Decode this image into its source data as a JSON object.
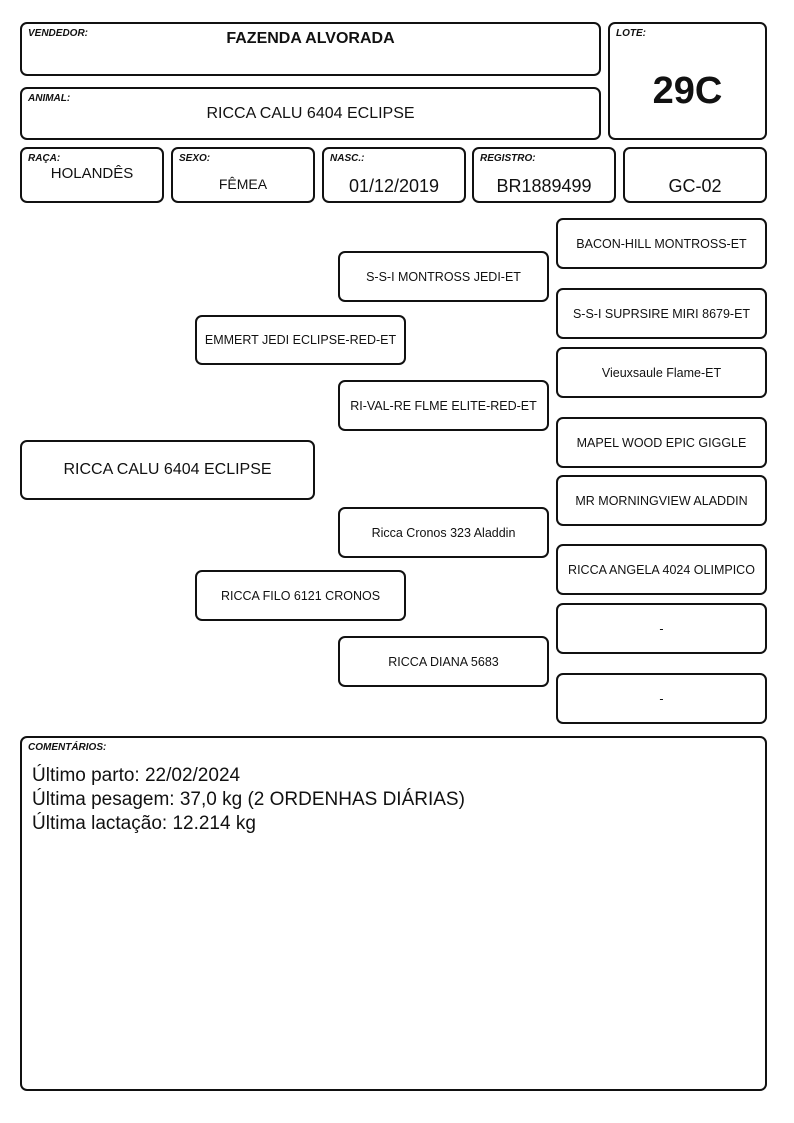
{
  "vendedor": {
    "label": "VENDEDOR:",
    "value": "FAZENDA ALVORADA"
  },
  "lote": {
    "label": "LOTE:",
    "value": "29C"
  },
  "animal": {
    "label": "ANIMAL:",
    "value": "RICCA CALU 6404 ECLIPSE"
  },
  "raca": {
    "label": "RAÇA:",
    "value": "HOLANDÊS"
  },
  "sexo": {
    "label": "SEXO:",
    "value": "FÊMEA"
  },
  "nasc": {
    "label": "NASC.:",
    "value": "01/12/2019"
  },
  "registro": {
    "label": "REGISTRO:",
    "value": "BR1889499"
  },
  "grupo": {
    "value": "GC-02"
  },
  "pedigree": {
    "animal": "RICCA CALU 6404 ECLIPSE",
    "sire": "EMMERT JEDI ECLIPSE-RED-ET",
    "dam": "RICCA FILO 6121 CRONOS",
    "sire_sire": "S-S-I MONTROSS JEDI-ET",
    "sire_dam": "RI-VAL-RE FLME ELITE-RED-ET",
    "dam_sire": "Ricca Cronos 323 Aladdin",
    "dam_dam": "RICCA DIANA 5683",
    "ggp": [
      "BACON-HILL MONTROSS-ET",
      "S-S-I SUPRSIRE MIRI 8679-ET",
      "Vieuxsaule Flame-ET",
      "MAPEL WOOD EPIC GIGGLE",
      "MR MORNINGVIEW ALADDIN",
      "RICCA ANGELA 4024 OLIMPICO",
      "-",
      "-"
    ]
  },
  "comentarios": {
    "label": "COMENTÁRIOS:",
    "lines": [
      "Último parto: 22/02/2024",
      "Última pesagem: 37,0 kg (2 ORDENHAS DIÁRIAS)",
      "Última lactação: 12.214 kg"
    ]
  }
}
